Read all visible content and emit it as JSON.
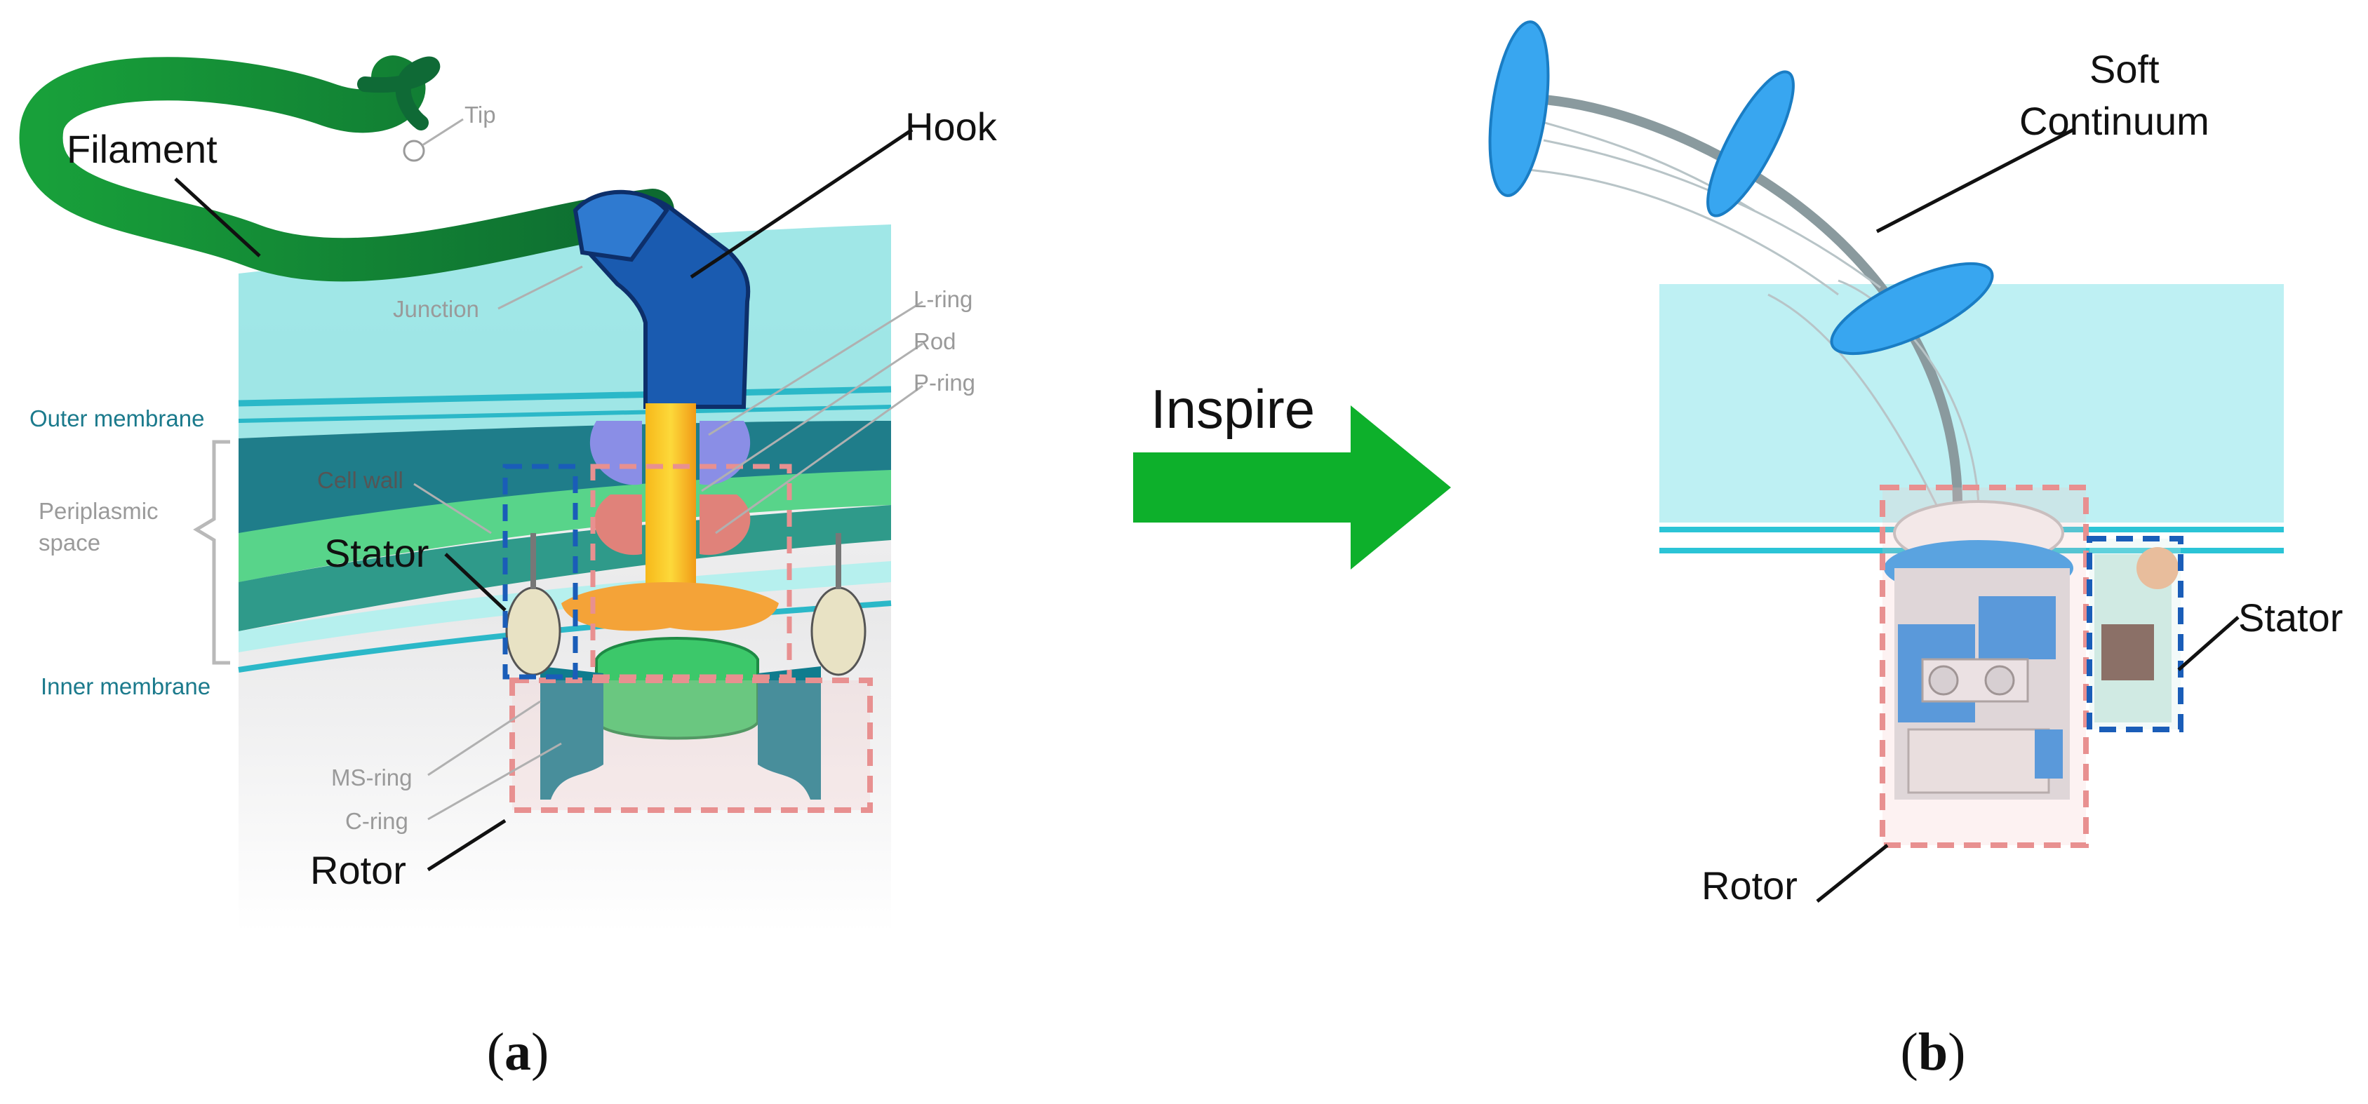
{
  "panel_a": {
    "labels": {
      "filament": "Filament",
      "tip": "Tip",
      "hook": "Hook",
      "junction": "Junction",
      "l_ring": "L-ring",
      "rod": "Rod",
      "p_ring": "P-ring",
      "outer_membrane": "Outer membrane",
      "cell_wall": "Cell wall",
      "periplasmic_space_line1": "Periplasmic",
      "periplasmic_space_line2": "space",
      "stator": "Stator",
      "inner_membrane": "Inner membrane",
      "ms_ring": "MS-ring",
      "c_ring": "C-ring",
      "rotor": "Rotor"
    },
    "caption_open": "(",
    "caption_letter": "a",
    "caption_close": ")"
  },
  "arrow": {
    "label": "Inspire",
    "color": "#0db02b"
  },
  "panel_b": {
    "labels": {
      "soft_continuum_line1": "Soft",
      "soft_continuum_line2": "Continuum",
      "stator": "Stator",
      "rotor": "Rotor"
    },
    "caption_open": "(",
    "caption_letter": "b",
    "caption_close": ")"
  },
  "colors": {
    "filament": "#1e9a3a",
    "hook": "#1a5bb0",
    "membrane_teal": "#7fdde0",
    "rotor_box": "#e89090",
    "stator_box": "#1a5db8",
    "robot_blue": "#2f9ae8"
  }
}
